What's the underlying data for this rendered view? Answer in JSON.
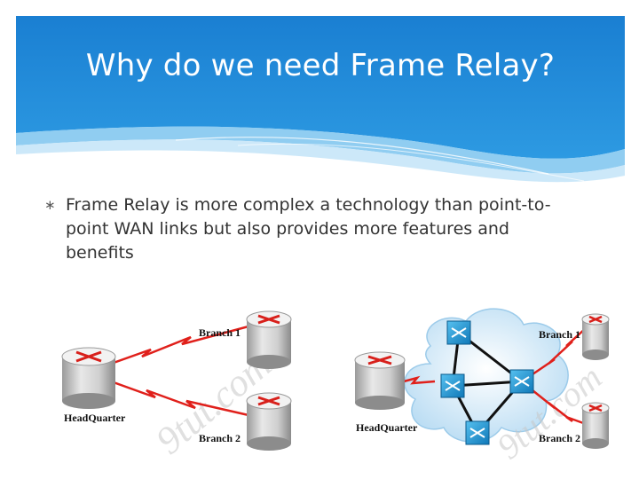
{
  "slide": {
    "title": "Why do we need Frame Relay?",
    "bullet_glyph": "∗",
    "bullet_text": "Frame Relay is more complex a technology than point-to-point WAN links but also provides more features and benefits"
  },
  "diagram_left": {
    "headquarter_label": "HeadQuarter",
    "branch1_label": "Branch 1",
    "branch2_label": "Branch 2",
    "watermark": "9tut.com"
  },
  "diagram_right": {
    "headquarter_label": "HeadQuarter",
    "branch1_label": "Branch 1",
    "branch2_label": "Branch 2",
    "watermark": "9tut.com"
  },
  "colors": {
    "header_blue": "#1d87d6",
    "link_red": "#e0201b",
    "cloud_light": "#d9ecf9",
    "switch_blue": "#1f9bd7"
  }
}
